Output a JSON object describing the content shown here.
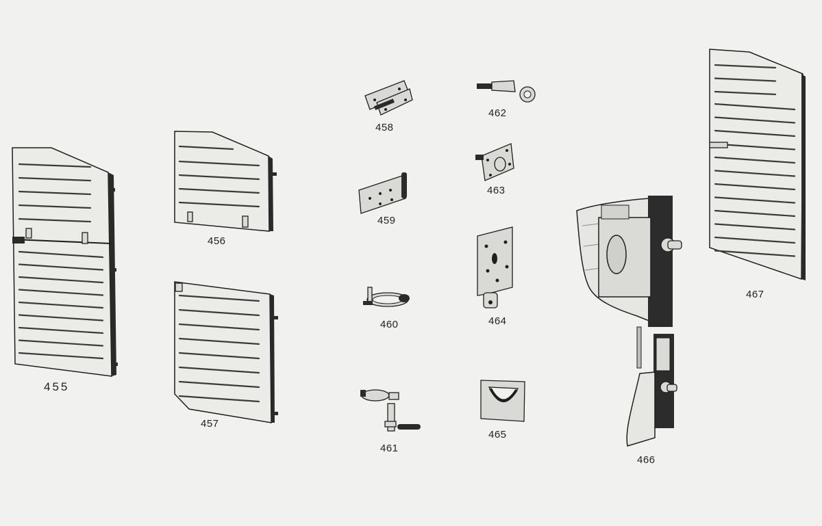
{
  "figures": [
    {
      "id": "panel-455",
      "label": "455"
    },
    {
      "id": "panel-456",
      "label": "456"
    },
    {
      "id": "panel-457",
      "label": "457"
    },
    {
      "id": "hinge-458",
      "label": "458"
    },
    {
      "id": "hinge-459",
      "label": "459"
    },
    {
      "id": "clamp-460",
      "label": "460"
    },
    {
      "id": "clamp-461",
      "label": "461"
    },
    {
      "id": "eyebolt-462",
      "label": "462"
    },
    {
      "id": "eyeplate-463",
      "label": "463"
    },
    {
      "id": "plate-464",
      "label": "464"
    },
    {
      "id": "flush-handle-465",
      "label": "465"
    },
    {
      "id": "lock-assembly-466",
      "label": "466"
    },
    {
      "id": "panel-467",
      "label": "467"
    }
  ]
}
